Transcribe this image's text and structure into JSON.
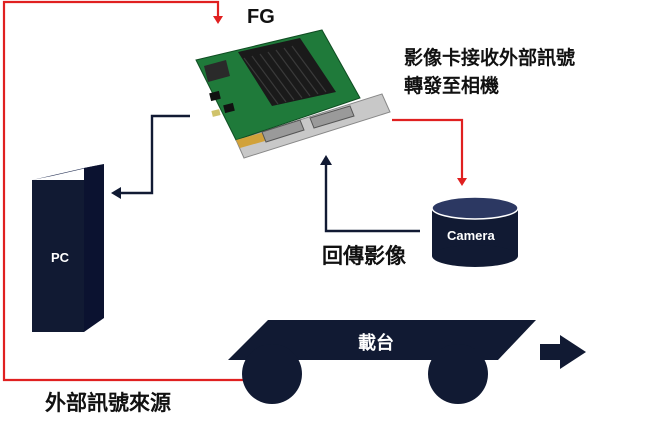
{
  "diagram": {
    "fg_label": "FG",
    "fg_note_line1": "影像卡接收外部訊號",
    "fg_note_line2": "轉發至相機",
    "pc_label": "PC",
    "camera_label": "Camera",
    "return_label": "回傳影像",
    "stage_label": "載台",
    "source_label": "外部訊號來源"
  },
  "colors": {
    "dark": "#111a33",
    "signal": "#e02020",
    "board": "#1f7a3a",
    "heatsink": "#1a1a1a",
    "bracket": "#c8c8c8"
  },
  "icons": {
    "frame_grabber": "pci-card-icon",
    "pc": "tower-icon",
    "camera": "cylinder-icon",
    "stage": "cart-icon",
    "direction": "right-arrow-icon"
  }
}
